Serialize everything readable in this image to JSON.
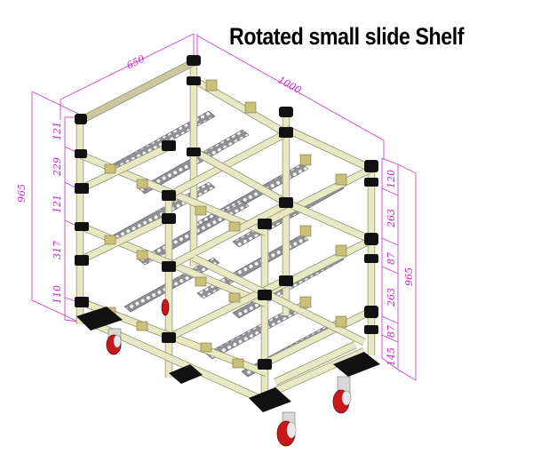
{
  "title": "Rotated small slide Shelf",
  "dimensions": {
    "depth": "650",
    "width": "1000",
    "left_total_height": "965",
    "right_total_height": "965",
    "left_segments": [
      "121",
      "229",
      "121",
      "317",
      "110"
    ],
    "right_segments": [
      "120",
      "263",
      "87",
      "263",
      "87",
      "145"
    ]
  },
  "colors": {
    "pipe": "#e9e8c4",
    "joint": "#111111",
    "track": "#8f9096",
    "bracket": "#c9c07a",
    "wheel": "#c8181b",
    "dimension": "#cc44cc"
  }
}
